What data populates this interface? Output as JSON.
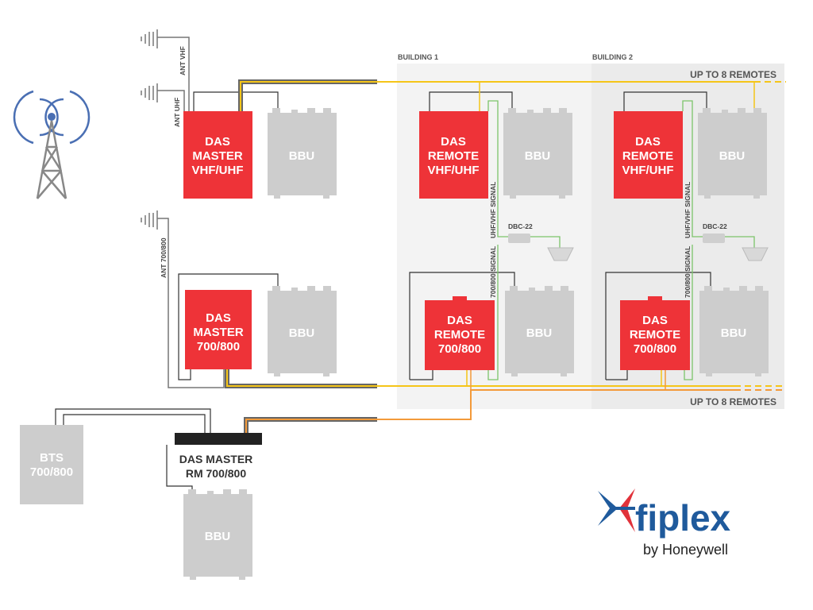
{
  "colors": {
    "red": "#ee3338",
    "gray_unit": "#cccccc",
    "yellow": "#f5c518",
    "orange": "#f39a3a",
    "green": "#7cc46a",
    "brand_blue": "#1f5a9c",
    "brand_red": "#e1323a"
  },
  "buildings": [
    {
      "label": "BUILDING 1"
    },
    {
      "label": "BUILDING 2"
    }
  ],
  "remotes_top": "UP TO 8 REMOTES",
  "remotes_bottom": "UP TO 8 REMOTES",
  "antennas": {
    "vhf": "ANT VHF",
    "uhf": "ANT UHF",
    "a700": "ANT 700/800"
  },
  "master_vhf": [
    "DAS",
    "MASTER",
    "VHF/UHF"
  ],
  "master_700": [
    "DAS",
    "MASTER",
    "700/800"
  ],
  "remote_vhf": [
    "DAS",
    "REMOTE",
    "VHF/UHF"
  ],
  "remote_700": [
    "DAS",
    "REMOTE",
    "700/800"
  ],
  "bbu": "BBU",
  "signal_upper": "UHF/VHF  SIGNAL",
  "signal_lower": "700/800  SIGNAL",
  "dbc": "DBC-22",
  "bts": [
    "BTS",
    "700/800"
  ],
  "rack": [
    "DAS MASTER",
    "RM 700/800"
  ],
  "logo": {
    "name": "fiplex",
    "sub": "by Honeywell"
  }
}
